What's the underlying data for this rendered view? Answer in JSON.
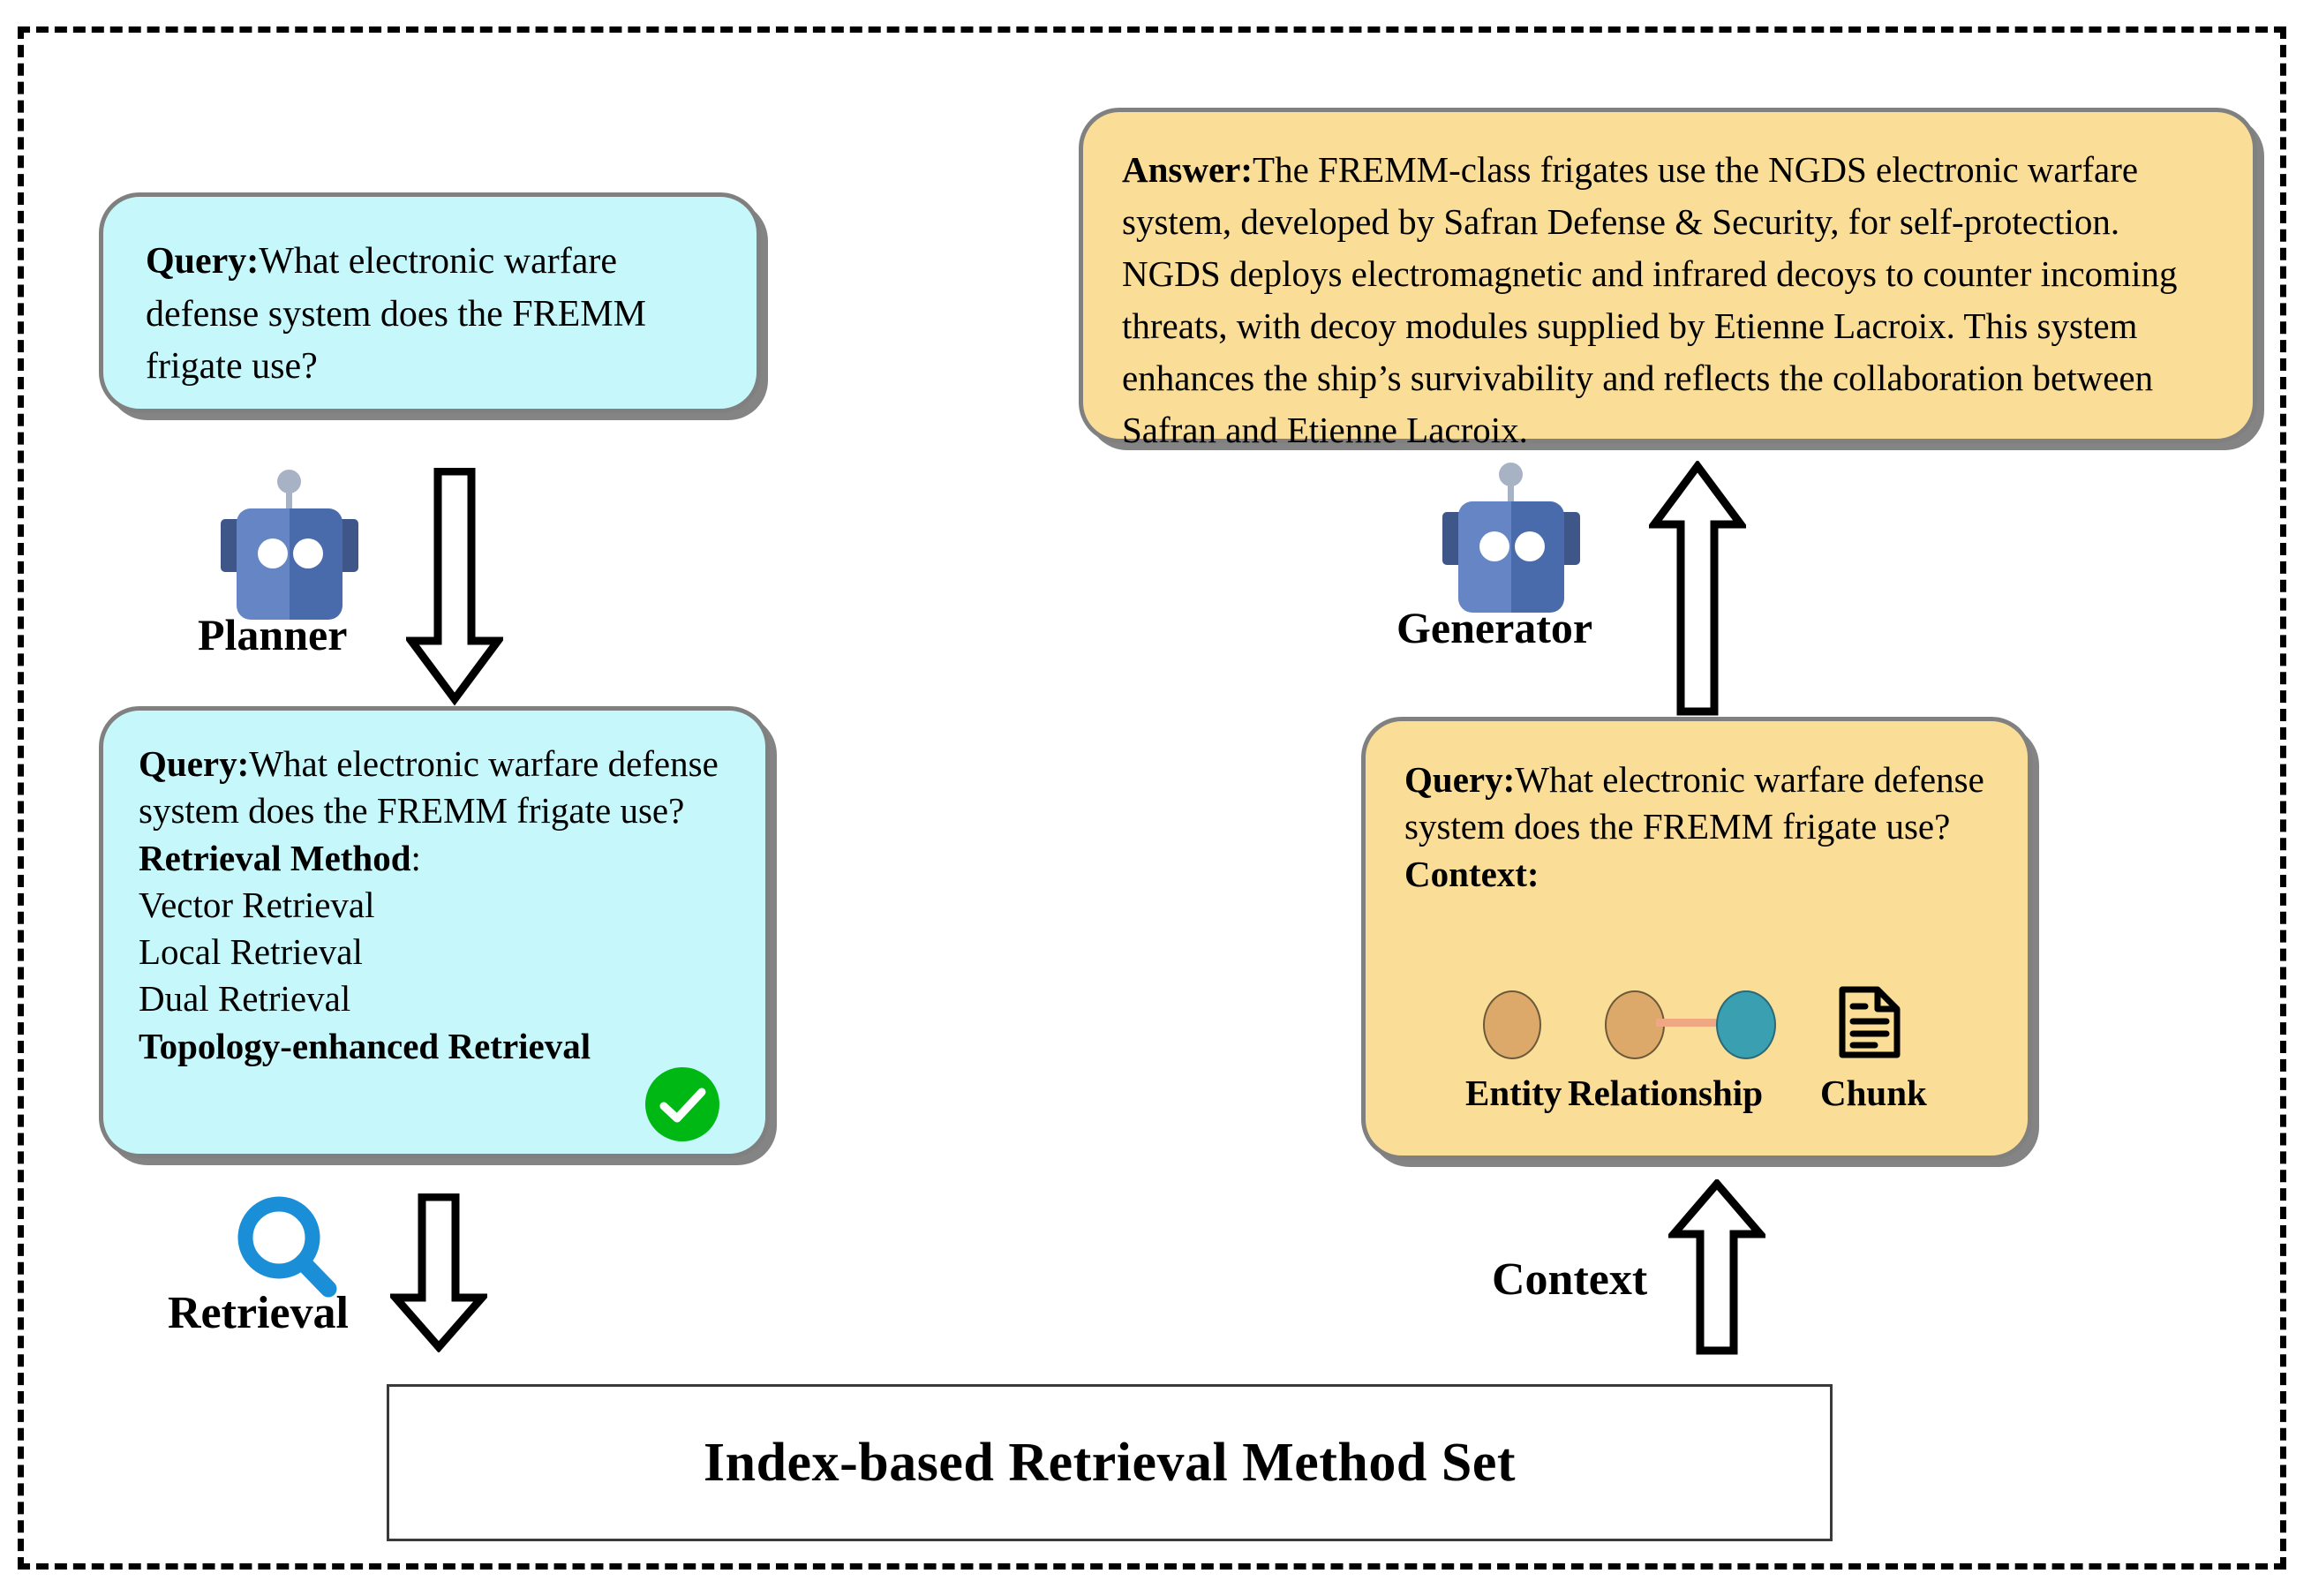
{
  "diagram": {
    "title": "Index-based Retrieval Method Set pipeline",
    "colors": {
      "query_box_fill": "#c6f8fb",
      "answer_box_fill": "#fadd97",
      "box_border": "#808080",
      "robot_light": "#6585c4",
      "robot_dark": "#4a6bab",
      "robot_ear": "#3f5788",
      "antenna": "#a7b2c4",
      "magnifier": "#1a8fd8",
      "check_badge": "#00b814",
      "entity_node": "#dda96a",
      "chunk_node": "#3a9fb0",
      "relationship_edge": "#f0a882",
      "frame_border": "#000000"
    }
  },
  "query_box": {
    "label": "Query:",
    "text": "What electronic warfare defense system does the FREMM frigate use?"
  },
  "answer_box": {
    "label": "Answer:",
    "text": "The FREMM-class frigates use the NGDS electronic warfare system, developed by Safran Defense & Security, for self-protection. NGDS deploys electromagnetic and infrared decoys to counter incoming threats, with decoy modules supplied by Etienne Lacroix. This system enhances the ship’s survivability and reflects the collaboration between Safran and Etienne Lacroix."
  },
  "plan_box": {
    "query_label": "Query:",
    "query_text": "What electronic warfare defense system does the FREMM frigate use?",
    "method_label": "Retrieval Method",
    "method_colon": ":",
    "methods": [
      {
        "name": "Vector Retrieval",
        "selected": false
      },
      {
        "name": "Local Retrieval",
        "selected": false
      },
      {
        "name": "Dual Retrieval",
        "selected": false
      },
      {
        "name": "Topology-enhanced Retrieval",
        "selected": true
      }
    ]
  },
  "context_box": {
    "query_label": "Query:",
    "query_text": "What electronic warfare defense system does the FREMM frigate use?",
    "context_label": "Context:",
    "legend": [
      {
        "name": "Entity",
        "icon": "entity-node-icon"
      },
      {
        "name": "Relationship",
        "icon": "relationship-edge-icon"
      },
      {
        "name": "Chunk",
        "icon": "document-icon"
      }
    ]
  },
  "agents": {
    "planner": "Planner",
    "generator": "Generator"
  },
  "flow": {
    "retrieval": "Retrieval",
    "context": "Context"
  },
  "index_box": {
    "label": "Index-based Retrieval Method Set"
  }
}
